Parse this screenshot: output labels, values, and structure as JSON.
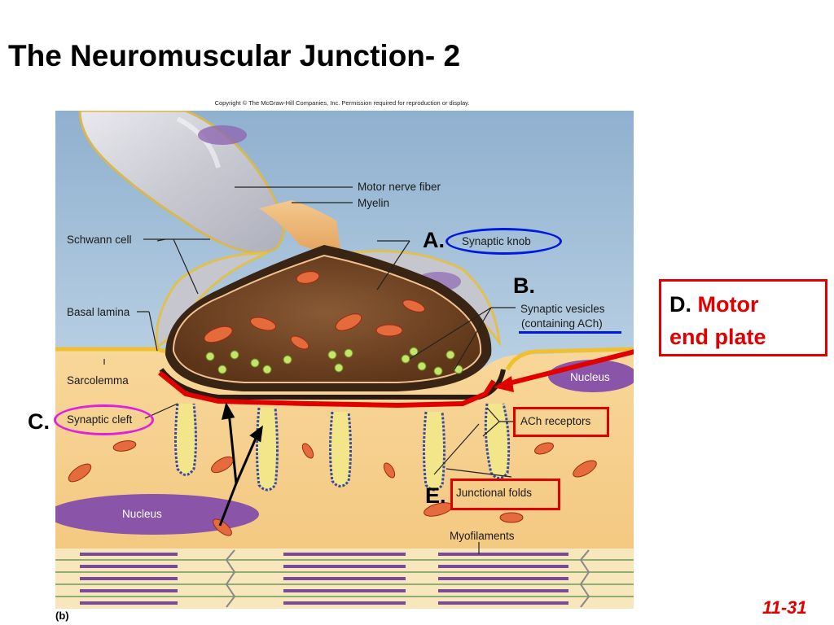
{
  "title": "The Neuromuscular Junction- 2",
  "copyright": "Copyright © The McGraw-Hill Companies, Inc. Permission required for reproduction or display.",
  "figure_letter": "(b)",
  "slide_number": "11-31",
  "labels": {
    "motor_nerve_fiber": "Motor nerve fiber",
    "myelin": "Myelin",
    "schwann_cell": "Schwann cell",
    "basal_lamina": "Basal lamina",
    "sarcolemma": "Sarcolemma",
    "synaptic_cleft": "Synaptic cleft",
    "synaptic_knob": "Synaptic knob",
    "synaptic_vesicles": "Synaptic vesicles",
    "containing_ach": "(containing ACh)",
    "nucleus_right": "Nucleus",
    "ach_receptors": "ACh receptors",
    "junctional_folds": "Junctional folds",
    "nucleus_left": "Nucleus",
    "myofilaments": "Myofilaments"
  },
  "markers": {
    "a": "A.",
    "b": "B.",
    "c": "C.",
    "d": "D.",
    "d_text_line1": "Motor",
    "d_text_line2": "end plate",
    "e": "E."
  },
  "colors": {
    "annotation_red": "#e00000",
    "annotation_blue": "#0018e0",
    "annotation_magenta": "#e020e0",
    "muscle": "#f6cf86",
    "background_blue": "#a8c4dc",
    "nucleus_purple": "#8a54a8"
  }
}
